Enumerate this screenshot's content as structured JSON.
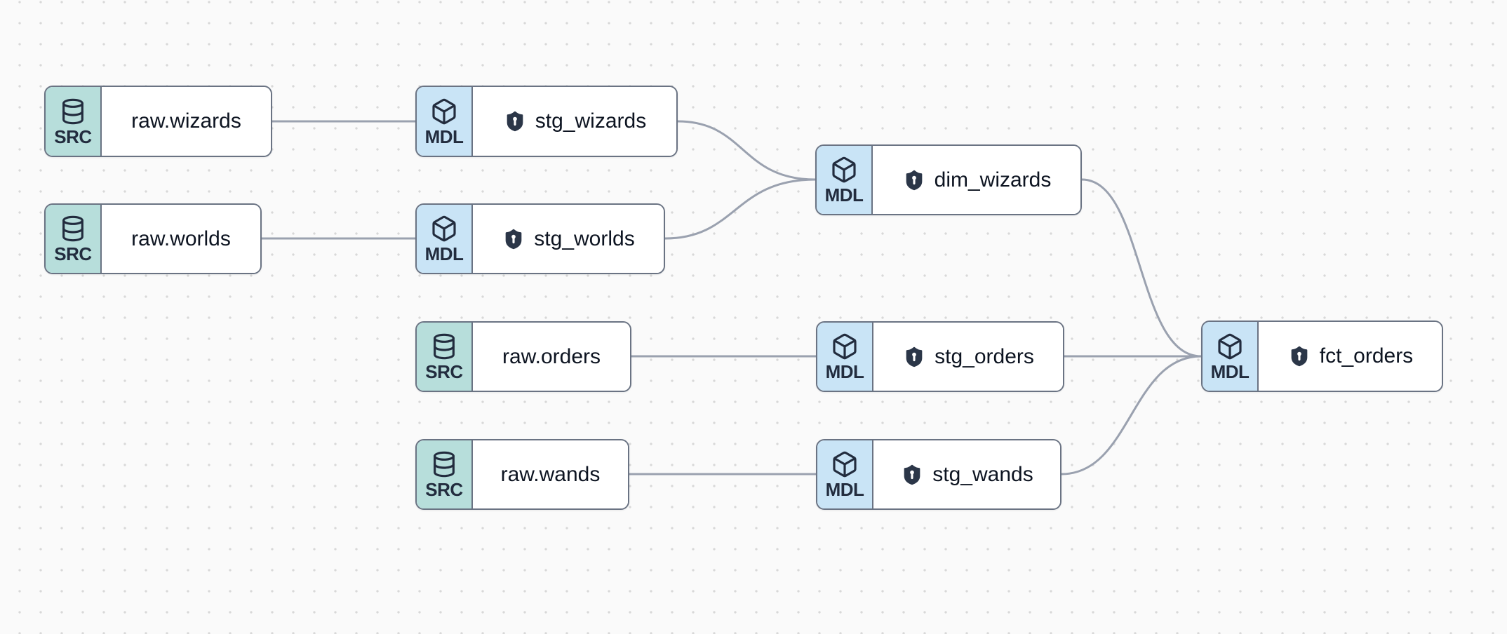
{
  "app": {
    "view": "lineage-graph",
    "node_types": {
      "src": {
        "badge": "SRC",
        "meaning": "source",
        "icon": "database-icon"
      },
      "mdl": {
        "badge": "MDL",
        "meaning": "model",
        "icon": "cube-icon"
      }
    }
  },
  "colors": {
    "background": "#fafafa",
    "dot": "#d8d8d8",
    "node_border": "#6a7383",
    "node_bg": "#ffffff",
    "src_badge": "#b7dedb",
    "mdl_badge": "#c9e4f6",
    "icon_dark": "#222c3e",
    "shield": "#2b3648",
    "edge": "#9aa1af",
    "label": "#0d1421"
  },
  "graph": {
    "nodes": [
      {
        "id": "raw.wizards",
        "type": "src",
        "badge": "SRC",
        "label": "raw.wizards",
        "shield": false
      },
      {
        "id": "stg_wizards",
        "type": "mdl",
        "badge": "MDL",
        "label": "stg_wizards",
        "shield": true
      },
      {
        "id": "raw.worlds",
        "type": "src",
        "badge": "SRC",
        "label": "raw.worlds",
        "shield": false
      },
      {
        "id": "stg_worlds",
        "type": "mdl",
        "badge": "MDL",
        "label": "stg_worlds",
        "shield": true
      },
      {
        "id": "dim_wizards",
        "type": "mdl",
        "badge": "MDL",
        "label": "dim_wizards",
        "shield": true
      },
      {
        "id": "raw.orders",
        "type": "src",
        "badge": "SRC",
        "label": "raw.orders",
        "shield": false
      },
      {
        "id": "stg_orders",
        "type": "mdl",
        "badge": "MDL",
        "label": "stg_orders",
        "shield": true
      },
      {
        "id": "raw.wands",
        "type": "src",
        "badge": "SRC",
        "label": "raw.wands",
        "shield": false
      },
      {
        "id": "stg_wands",
        "type": "mdl",
        "badge": "MDL",
        "label": "stg_wands",
        "shield": true
      },
      {
        "id": "fct_orders",
        "type": "mdl",
        "badge": "MDL",
        "label": "fct_orders",
        "shield": true
      }
    ],
    "edges": [
      {
        "from": "raw.wizards",
        "to": "stg_wizards"
      },
      {
        "from": "raw.worlds",
        "to": "stg_worlds"
      },
      {
        "from": "stg_wizards",
        "to": "dim_wizards"
      },
      {
        "from": "stg_worlds",
        "to": "dim_wizards"
      },
      {
        "from": "raw.orders",
        "to": "stg_orders"
      },
      {
        "from": "raw.wands",
        "to": "stg_wands"
      },
      {
        "from": "dim_wizards",
        "to": "fct_orders"
      },
      {
        "from": "stg_orders",
        "to": "fct_orders"
      },
      {
        "from": "stg_wands",
        "to": "fct_orders"
      }
    ]
  }
}
